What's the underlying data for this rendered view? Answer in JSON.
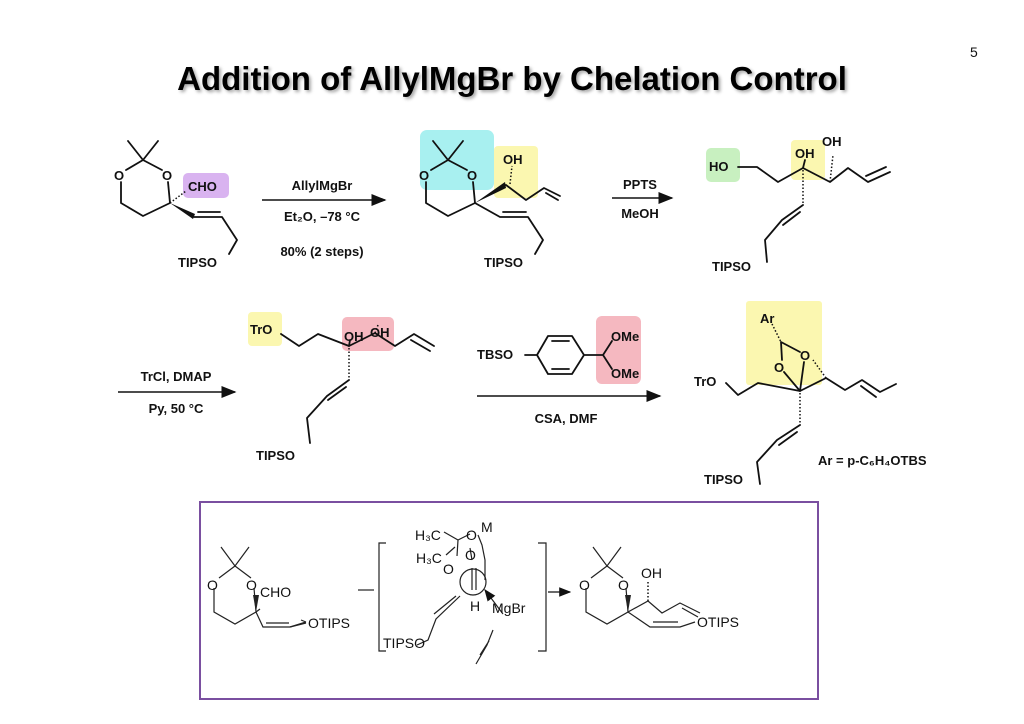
{
  "slide": {
    "page_number": "5",
    "title": "Addition of AllylMgBr by Chelation Control"
  },
  "colors": {
    "purple_highlight": "#d9b3f0",
    "cyan_highlight": "#a8f0f0",
    "yellow_highlight": "#fbf7b0",
    "green_highlight": "#c8f0c0",
    "red_highlight": "#f5b8c0",
    "frame": "#7a4fa0"
  },
  "scheme": {
    "step1": {
      "reagent": "AllylMgBr",
      "conditions": "Et₂O, –78 °C",
      "yield": "80% (2 steps)"
    },
    "step2": {
      "reagent": "PPTS",
      "conditions": "MeOH"
    },
    "step3": {
      "reagent": "TrCl, DMAP",
      "conditions": "Py, 50 °C"
    },
    "step4": {
      "conditions": "CSA, DMF",
      "reagent_labels": {
        "tbso": "TBSO",
        "ome_top": "OMe",
        "ome_bottom": "OMe"
      }
    },
    "molecules": {
      "m1": {
        "o1": "O",
        "o2": "O",
        "cho": "CHO",
        "tipso": "TIPSO"
      },
      "m2": {
        "o1": "O",
        "o2": "O",
        "oh": "OH",
        "tipso": "TIPSO"
      },
      "m3": {
        "ho": "HO",
        "oh1": "OH",
        "oh2": "OH",
        "tipso": "TIPSO"
      },
      "m4": {
        "tro": "TrO",
        "oh1": "OH",
        "oh2": "OH",
        "tipso": "TIPSO"
      },
      "m6": {
        "ar": "Ar",
        "o1": "O",
        "o2": "O",
        "tro": "TrO",
        "tipso": "TIPSO",
        "ar_def": "Ar = p-C₆H₄OTBS"
      }
    }
  },
  "model_box": {
    "left": {
      "o1": "O",
      "o2": "O",
      "cho": "CHO",
      "otips": "OTIPS"
    },
    "ts": {
      "h3c_top": "H₃C",
      "h3c_bottom": "H₃C",
      "o_top": "O",
      "m": "M",
      "o_mid": "O",
      "o_left": "O",
      "o_carbonyl": "O",
      "h": "H",
      "mgbr": "MgBr",
      "tipso": "TIPSO"
    },
    "right": {
      "o1": "O",
      "o2": "O",
      "oh": "OH",
      "otips": "OTIPS"
    }
  }
}
